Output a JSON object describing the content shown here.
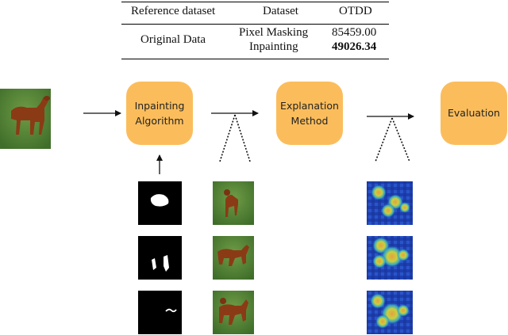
{
  "table": {
    "headers": [
      "Reference dataset",
      "Dataset",
      "OTDD"
    ],
    "rows": [
      {
        "reference": "Original Data",
        "dataset": "Pixel Masking",
        "otdd": "85459.00"
      },
      {
        "reference": "",
        "dataset": "Inpainting",
        "otdd": "49026.34"
      }
    ]
  },
  "pipeline": {
    "inpainting": "Inpainting\nAlgorithm",
    "explanation": "Explanation\nMethod",
    "evaluation": "Evaluation"
  },
  "colors": {
    "box_fill": "#fbbd5c",
    "grass": "#5a8a3a",
    "dog": "#8b3a16",
    "heatmap_low": "#1a3fa8",
    "heatmap_high": "#e0a040"
  }
}
